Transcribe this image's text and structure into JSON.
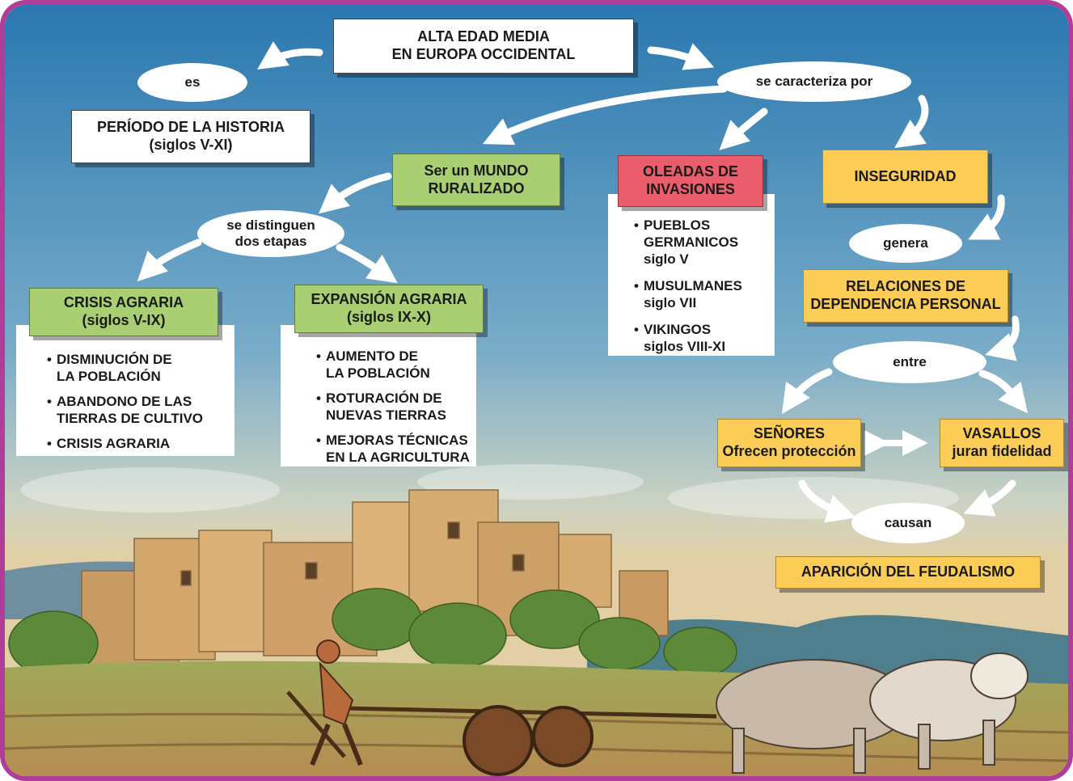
{
  "title": {
    "line1": "ALTA EDAD MEDIA",
    "line2": "EN EUROPA OCCIDENTAL"
  },
  "connectors": {
    "es": "es",
    "se_caracteriza_por": "se caracteriza por",
    "se_distinguen_line1": "se distinguen",
    "se_distinguen_line2": "dos etapas",
    "genera": "genera",
    "entre": "entre",
    "causan": "causan"
  },
  "periodo": {
    "line1": "PERÍODO DE LA HISTORIA",
    "line2": "(siglos V-XI)"
  },
  "mundo_rural": {
    "line1": "Ser un MUNDO",
    "line2": "RURALIZADO"
  },
  "oleadas": {
    "line1": "OLEADAS DE",
    "line2": "INVASIONES",
    "items": [
      {
        "lines": [
          "PUEBLOS",
          "GERMANICOS",
          "siglo V"
        ]
      },
      {
        "lines": [
          "MUSULMANES",
          "siglo VII"
        ]
      },
      {
        "lines": [
          "VIKINGOS",
          "siglos VIII-XI"
        ]
      }
    ]
  },
  "inseguridad": {
    "label": "INSEGURIDAD"
  },
  "crisis": {
    "line1": "CRISIS AGRARIA",
    "line2": "(siglos V-IX)",
    "items": [
      {
        "lines": [
          "DISMINUCIÓN DE",
          "LA POBLACIÓN"
        ]
      },
      {
        "lines": [
          "ABANDONO DE LAS",
          "TIERRAS DE CULTIVO"
        ]
      },
      {
        "lines": [
          "CRISIS AGRARIA"
        ]
      }
    ]
  },
  "expansion": {
    "line1": "EXPANSIÓN AGRARIA",
    "line2": "(siglos IX-X)",
    "items": [
      {
        "lines": [
          "AUMENTO DE",
          "LA POBLACIÓN"
        ]
      },
      {
        "lines": [
          "ROTURACIÓN DE",
          "NUEVAS TIERRAS"
        ]
      },
      {
        "lines": [
          "MEJORAS TÉCNICAS",
          "EN LA AGRICULTURA"
        ]
      }
    ]
  },
  "relaciones": {
    "line1": "RELACIONES DE",
    "line2": "DEPENDENCIA PERSONAL"
  },
  "senores": {
    "line1": "SEÑORES",
    "line2": "Ofrecen protección"
  },
  "vasallos": {
    "line1": "VASALLOS",
    "line2": "juran fidelidad"
  },
  "feudalismo": {
    "label": "APARICIÓN DEL FEUDALISMO"
  },
  "colors": {
    "frame": "#b03d99",
    "sky_top": "#2f7fb5",
    "sky_bottom": "#dcc9a6",
    "green_box": "#a9cf72",
    "yellow_box": "#fbcd57",
    "red_box": "#ea5d6c"
  },
  "illustration": {
    "subject": "medieval castle with peasant ploughing field with oxen"
  }
}
